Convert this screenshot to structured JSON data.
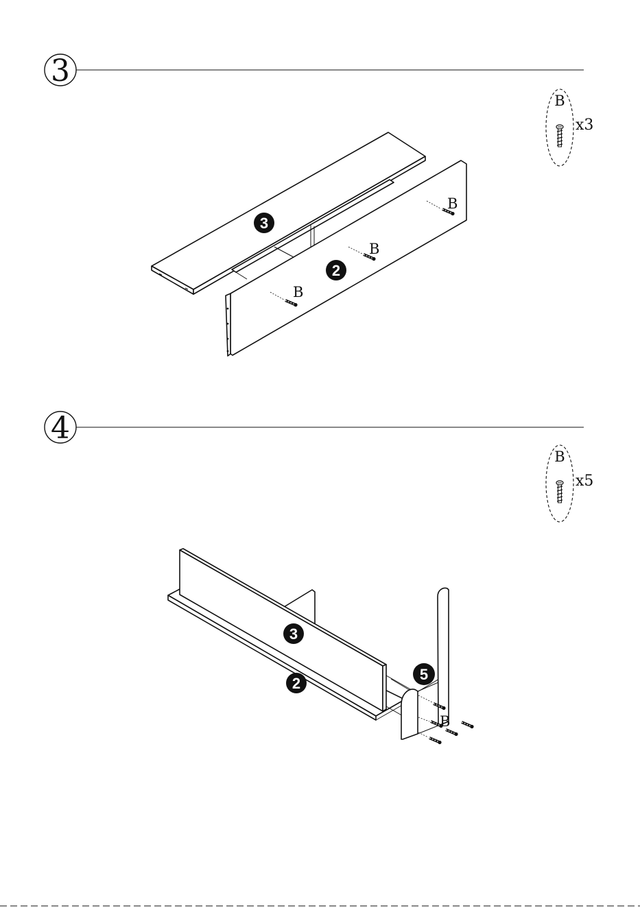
{
  "steps": [
    {
      "number": "3",
      "parts": [
        "3",
        "2"
      ],
      "hardware": {
        "letter": "B",
        "quantity": "x3"
      },
      "screw_callouts": [
        "B",
        "B",
        "B"
      ]
    },
    {
      "number": "4",
      "parts": [
        "3",
        "2",
        "5"
      ],
      "hardware": {
        "letter": "B",
        "quantity": "x5"
      },
      "screw_callouts": [
        "B"
      ]
    }
  ],
  "colors": {
    "ink": "#111111",
    "paper": "#ffffff"
  },
  "icons": [
    "screw-icon",
    "dashed-oval-icon",
    "part-number-badge-icon"
  ]
}
